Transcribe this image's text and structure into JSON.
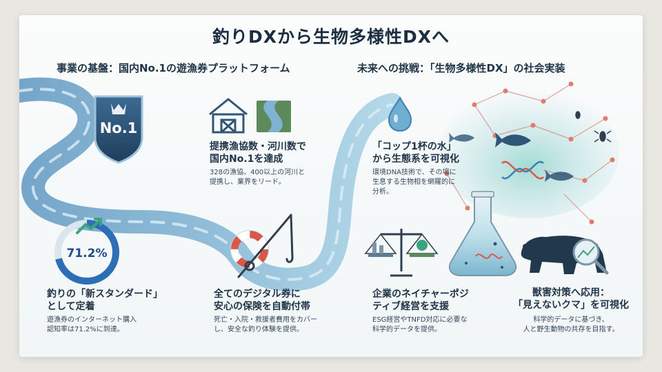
{
  "title": "釣りDXから生物多様性DXへ",
  "left_header": "事業の基盤：国内No.1の遊漁券プラットフォーム",
  "right_header": "未来への挑戦：「生物多様性DX」の社会実装",
  "badge_text": "No.1",
  "donut": {
    "label": "71.2%",
    "value": 71.2
  },
  "blocks": {
    "partners": {
      "heading": "提携漁協数・河川数で\n国内No.1を達成",
      "desc": "328の漁協、400以上の河川と\n提携し、業界をリード。"
    },
    "standard": {
      "heading": "釣りの「新スタンダード」\nとして定着",
      "desc": "遊漁券のインターネット購入\n認知率は71.2%に到達。"
    },
    "insurance": {
      "heading": "全てのデジタル券に\n安心の保険を自動付帯",
      "desc": "死亡・入院・救援者費用をカバー\nし、安全な釣り体験を提供。"
    },
    "water": {
      "heading": "「コップ1杯の水」\nから生態系を可視化",
      "desc": "環境DNA技術で、その場に\n生息する生物相を網羅的に\n分析。"
    },
    "nature": {
      "heading": "企業のネイチャーポジ\nティブ経営を支援",
      "desc": "ESG経営やTNFD対応に必要な\n科学的データを提供。"
    },
    "bear": {
      "heading": "獣害対策へ応用：\n「見えないクマ」を可視化",
      "desc": "科学的データに基づき、\n人と野生動物の共存を目指す。"
    }
  },
  "colors": {
    "river": "#6ba3c9",
    "river_light": "#a9cde4",
    "navy": "#1f3347",
    "shield": "#2f5577",
    "accent_red": "#d9574a",
    "accent_green": "#3aa37f"
  },
  "icons": [
    "crown-icon",
    "shield-icon",
    "building-icon",
    "river-icon",
    "donut-chart-icon",
    "trend-arrow-icon",
    "lifebuoy-icon",
    "fishing-rod-icon",
    "water-drop-icon",
    "scale-icon",
    "flask-icon",
    "dna-icon",
    "fish-icon",
    "insect-icon",
    "bear-icon",
    "magnifier-icon"
  ]
}
